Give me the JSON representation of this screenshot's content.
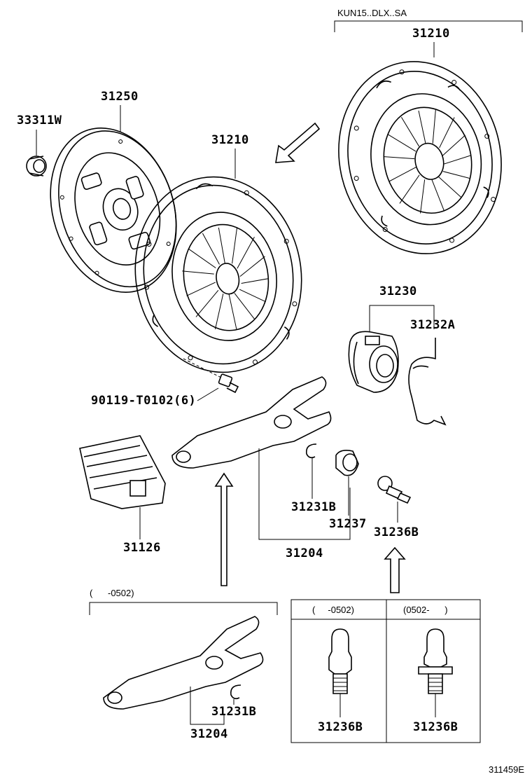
{
  "labels": {
    "variant_note": "KUN15..DLX..SA",
    "cover_variant": "31210",
    "disc": "31250",
    "bearing_small": "33311W",
    "cover_main": "31210",
    "bolt": "90119-T0102(6)",
    "release_bearing": "31230",
    "clip": "31232A",
    "boot": "31126",
    "fork_clip": "31231B",
    "fork_seat": "31237",
    "pivot": "31236B",
    "fork": "31204",
    "lower_range": "(      -0502)",
    "lower_fork_clip": "31231B",
    "lower_fork": "31204",
    "box_left_header": "(     -0502)",
    "box_right_header": "(0502-      )",
    "box_left_part": "31236B",
    "box_right_part": "31236B",
    "drawing_id": "311459E"
  }
}
